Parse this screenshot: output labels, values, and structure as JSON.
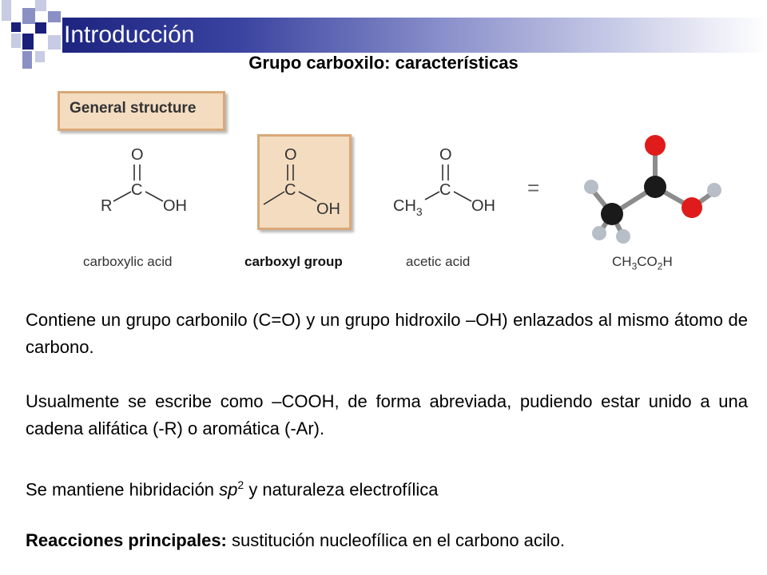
{
  "header": {
    "title": "Introducción",
    "subtitle": "Grupo carboxilo: características"
  },
  "figure": {
    "box_label": "General structure",
    "atoms": {
      "o": "O",
      "c": "C",
      "r": "R",
      "oh": "OH",
      "ch": "CH",
      "sub3": "3",
      "equals": "="
    },
    "labels": {
      "carboxylic_acid": "carboxylic acid",
      "carboxyl_group": "carboxyl group",
      "acetic_acid": "acetic acid",
      "formula_ch": "CH",
      "formula_3": "3",
      "formula_co": "CO",
      "formula_2": "2",
      "formula_h": "H"
    },
    "colors": {
      "box_fill": "#f3dcc0",
      "box_border": "#d9a878",
      "oxygen": "#e01b1b",
      "carbon": "#1a1a1a",
      "hydrogen": "#b8bec8"
    }
  },
  "body": {
    "p1": "Contiene un grupo carbonilo (C=O) y un grupo hidroxilo –OH) enlazados al mismo átomo de carbono.",
    "p2": "Usualmente se escribe como –COOH, de forma abreviada, pudiendo estar unido a una cadena alifática (-R) o aromática (-Ar).",
    "p3_a": "Se mantiene hibridación ",
    "p3_sp": "sp",
    "p3_sup": "2",
    "p3_b": " y naturaleza electrofílica",
    "p4_bold": "Reacciones principales:",
    "p4_rest": " sustitución nucleofílica en el carbono acilo."
  }
}
